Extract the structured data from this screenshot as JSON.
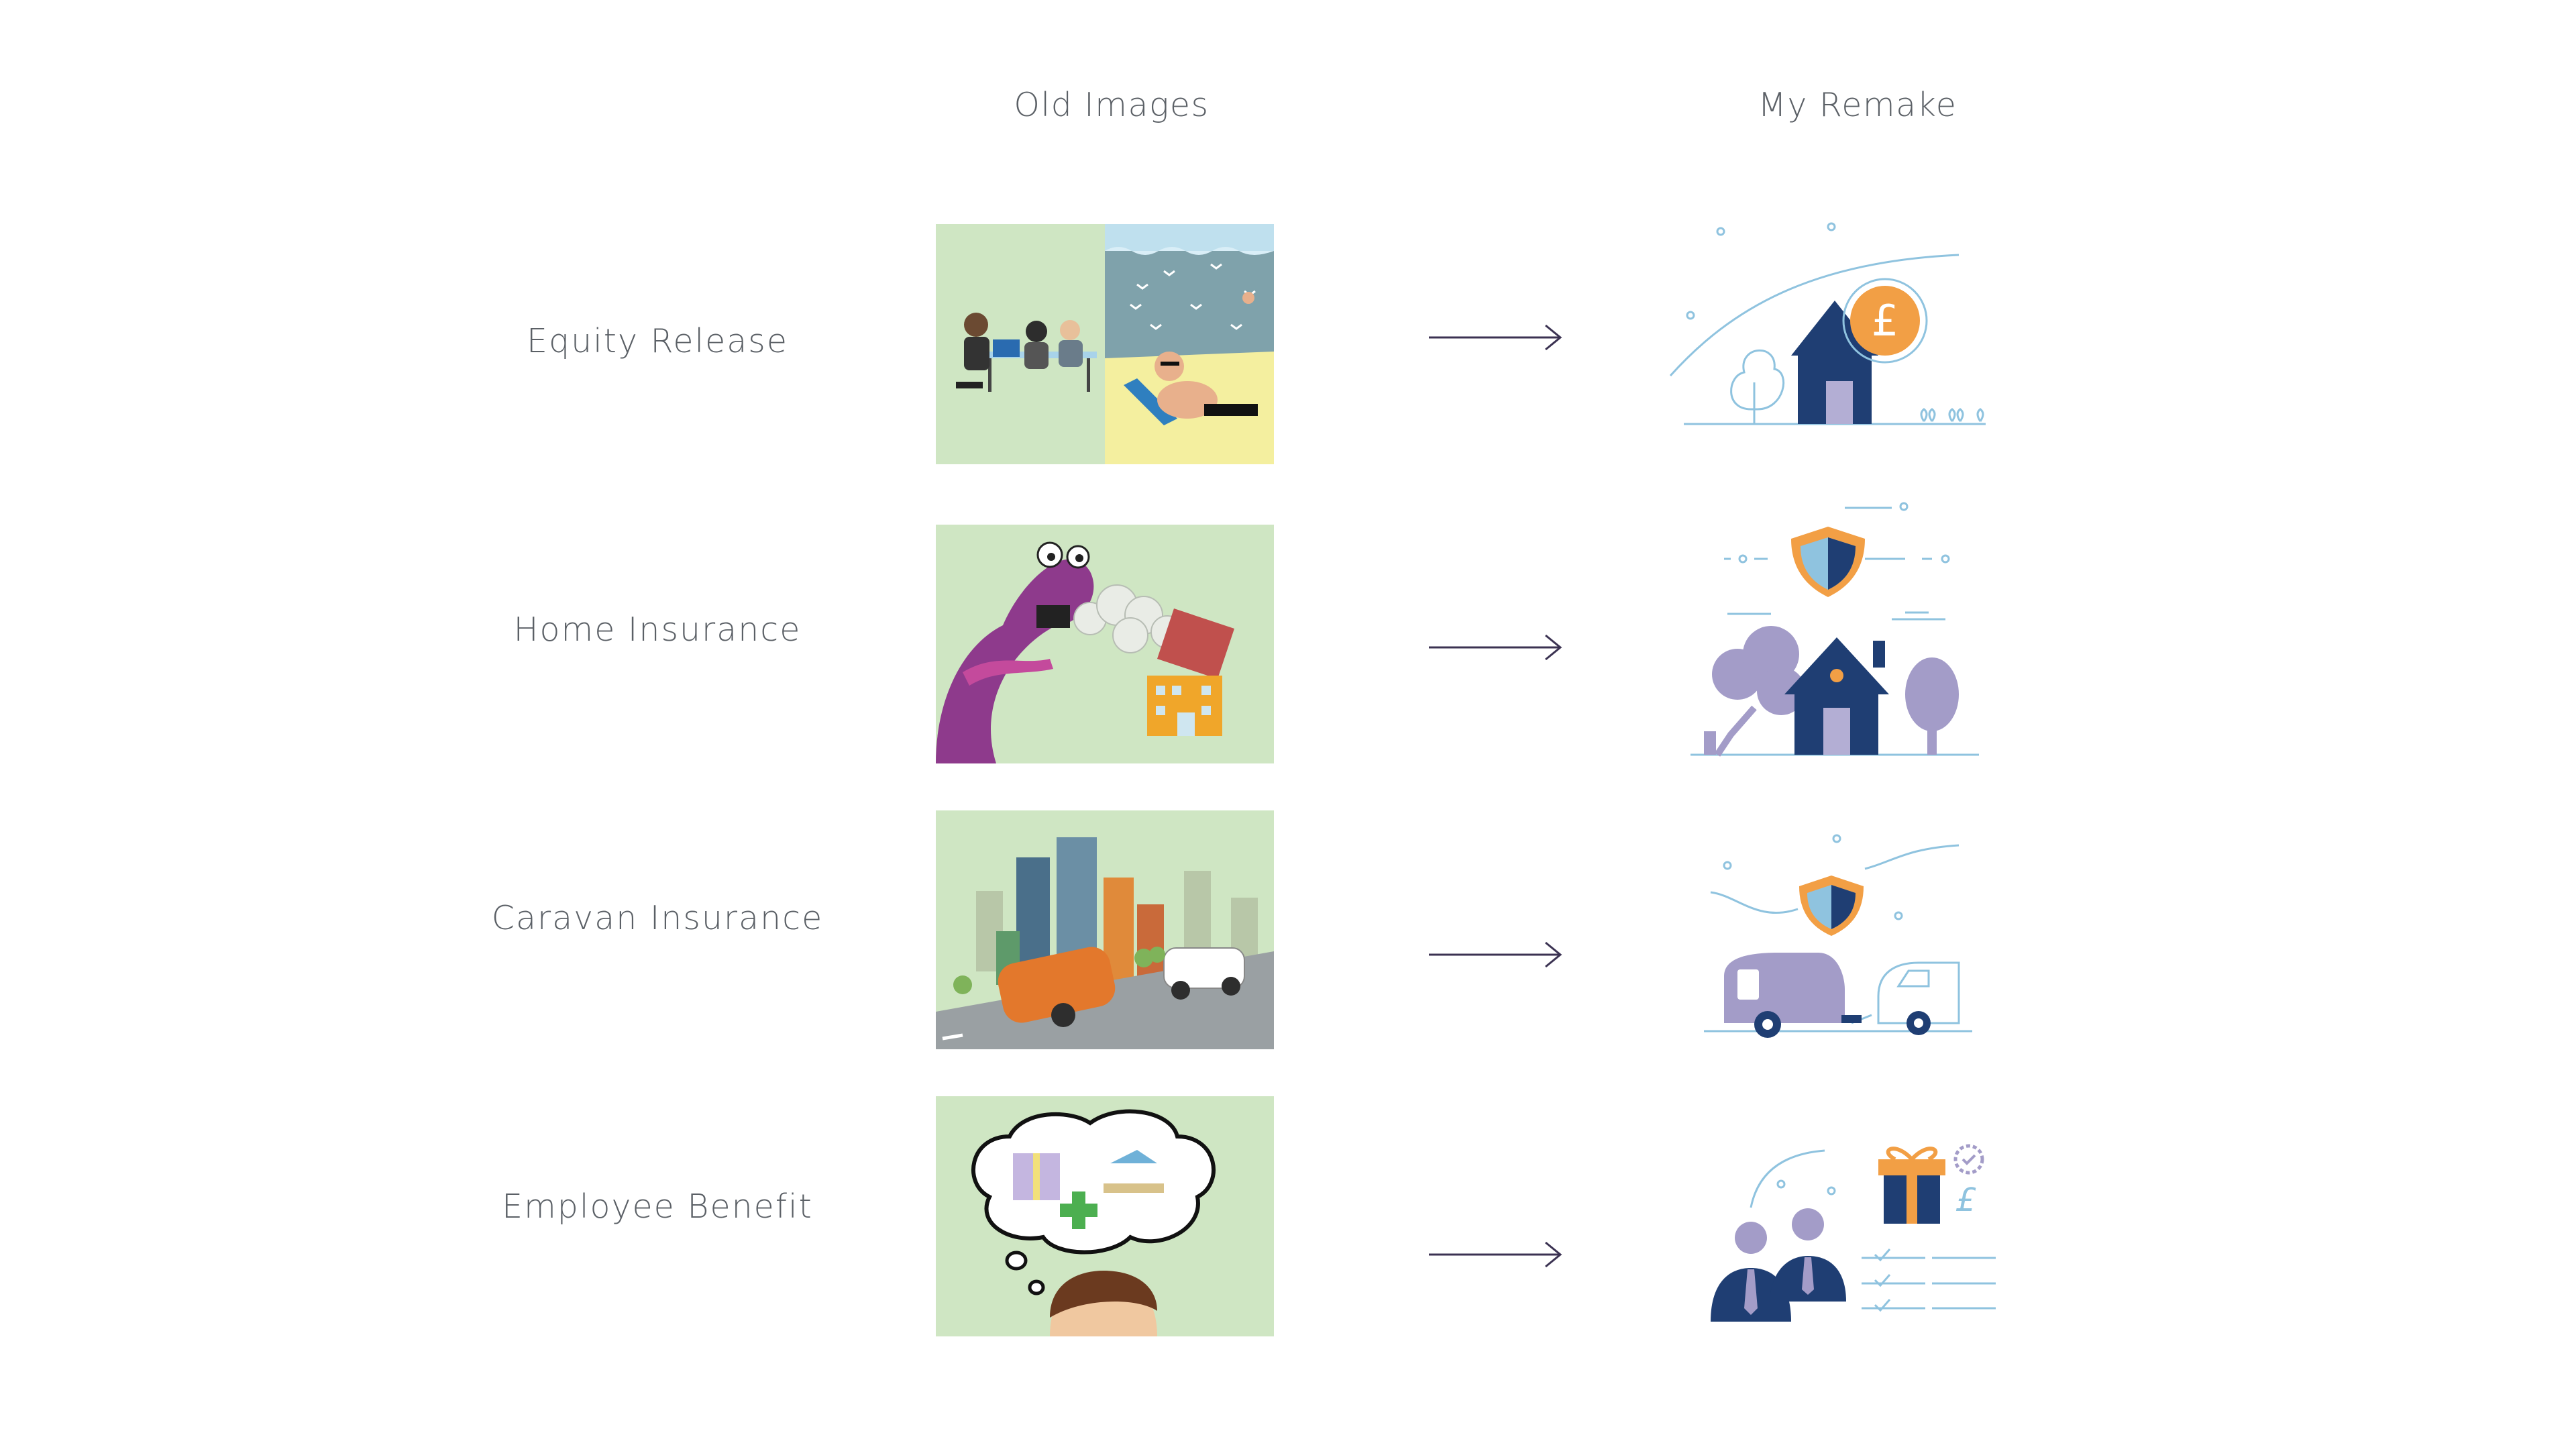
{
  "headers": {
    "old_images": "Old Images",
    "my_remake": "My Remake"
  },
  "rows": [
    {
      "label": "Equity Release"
    },
    {
      "label": "Home Insurance"
    },
    {
      "label": "Caravan Insurance"
    },
    {
      "label": "Employee Benefit"
    }
  ],
  "remake_1": {
    "currency_symbol": "£"
  },
  "remake_4": {
    "currency_symbol": "£"
  },
  "colors": {
    "background": "#ffffff",
    "old_image_bg": "#cfe6c3",
    "navy": "#1f3e73",
    "orange": "#f29f45",
    "lavender": "#a39cc8",
    "light_blue_line": "#8fc3df",
    "arrow": "#3b3252"
  }
}
